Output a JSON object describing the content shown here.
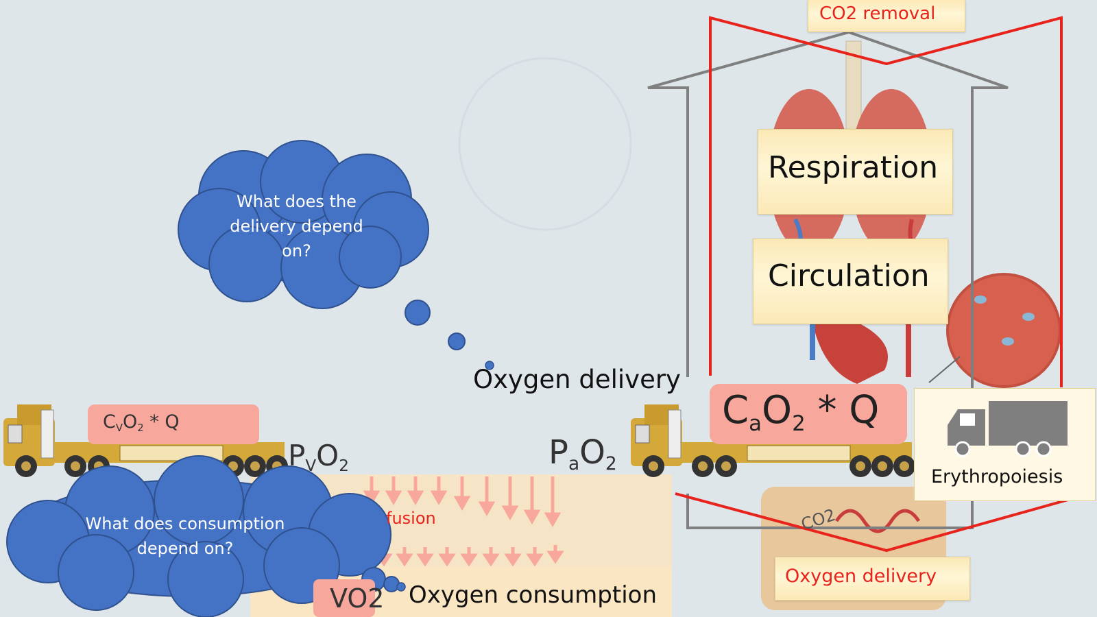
{
  "labels": {
    "co2_removal": "CO2 removal",
    "respiration": "Respiration",
    "circulation": "Circulation",
    "oxygen_delivery_main": "Oxygen delivery",
    "oxygen_delivery_box": "Oxygen delivery",
    "erythropoiesis": "Erythropoiesis",
    "oxygen_consumption": "Oxygen consumption",
    "vo2": "VO2",
    "diffusion_partial": "fusion",
    "co2_small": "CO2"
  },
  "clouds": {
    "delivery_question": [
      "What does the",
      "delivery depend",
      "on?"
    ],
    "consumption_question": [
      "What does consumption",
      "depend on?"
    ]
  },
  "formulas": {
    "venous": {
      "c": "C",
      "v": "V",
      "o": "O",
      "two": "2",
      "rest": " * Q"
    },
    "arterial": {
      "c": "C",
      "a": "a",
      "o": "O",
      "two": "2",
      "rest": " * Q"
    },
    "pvo2": {
      "p": "P",
      "v": "V",
      "o": "O",
      "two": "2"
    },
    "pao2": {
      "p": "P",
      "a": "a",
      "o": "O",
      "two": "2"
    }
  },
  "colors": {
    "cloud_blue": "#4472c4",
    "red_outline": "#e8231c",
    "grey_outline": "#7f7f7f",
    "salmon": "#f7a79b",
    "tissue": "#f6e4c6"
  }
}
